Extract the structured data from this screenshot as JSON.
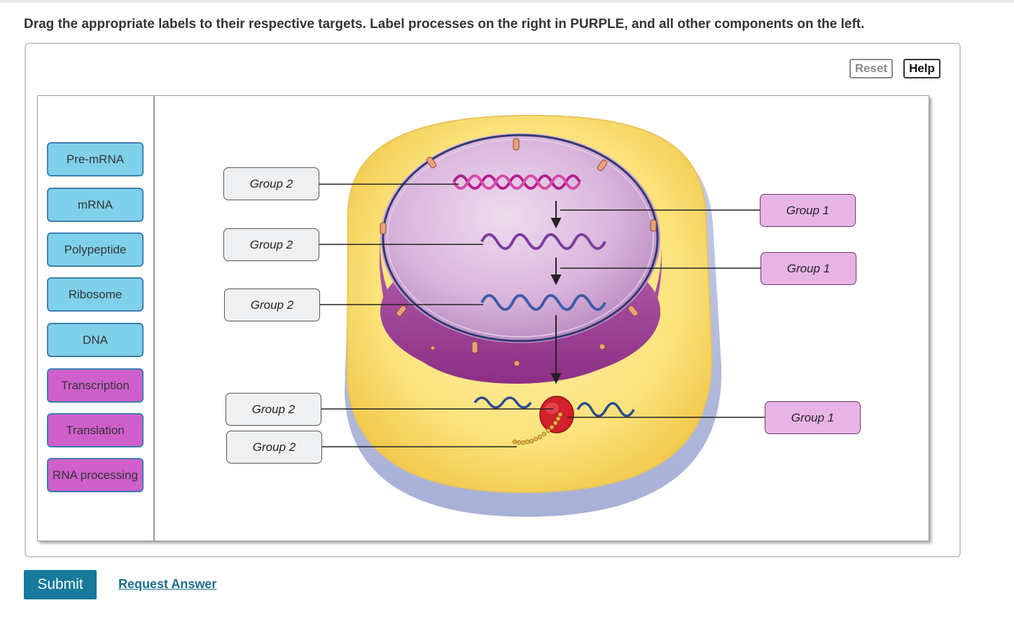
{
  "instruction": "Drag the appropriate labels to their respective targets. Label processes on the right in PURPLE, and all other components on the left.",
  "toolbar": {
    "reset_label": "Reset",
    "help_label": "Help"
  },
  "palette": {
    "labels": [
      {
        "text": "Pre-mRNA",
        "color": "#7fd0ea"
      },
      {
        "text": "mRNA",
        "color": "#7fd0ea"
      },
      {
        "text": "Polypeptide",
        "color": "#7fd0ea"
      },
      {
        "text": "Ribosome",
        "color": "#7fd0ea"
      },
      {
        "text": "DNA",
        "color": "#7fd0ea"
      },
      {
        "text": "Transcription",
        "color": "#cf5fcb"
      },
      {
        "text": "Translation",
        "color": "#cf5fcb"
      },
      {
        "text": "RNA processing",
        "color": "#cf5fcb"
      }
    ]
  },
  "targets": {
    "left": [
      "Group 2",
      "Group 2",
      "Group 2",
      "Group 2",
      "Group 2"
    ],
    "right": [
      "Group 1",
      "Group 1",
      "Group 1"
    ]
  },
  "footer": {
    "submit_label": "Submit",
    "request_answer_label": "Request Answer"
  },
  "colors": {
    "accent": "#17799b",
    "component_label": "#7fd0ea",
    "process_label": "#cf5fcb",
    "group1_target": "#e8b4e6"
  }
}
